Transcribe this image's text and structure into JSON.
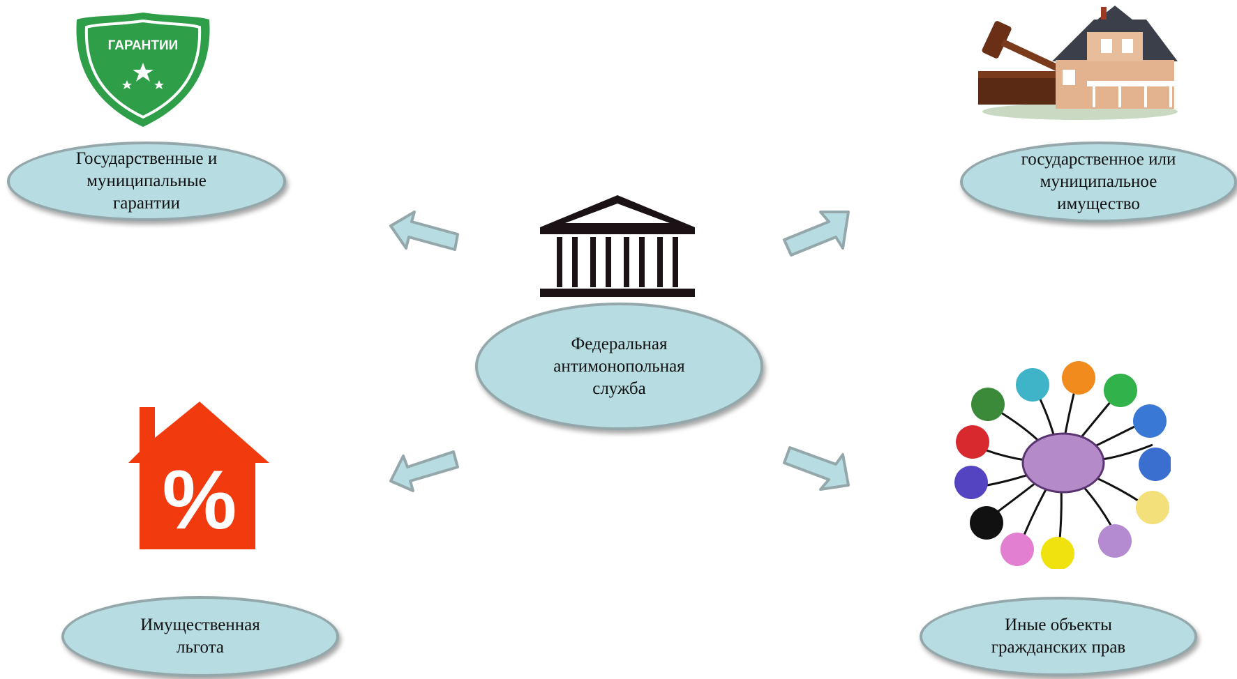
{
  "center": {
    "label": "Федеральная\nантимонопольная\nслужба"
  },
  "nodes": {
    "top_left": "Государственные и\nмуниципальные\nгарантии",
    "top_right": "государственное или\nмуниципальное\nимущество",
    "bottom_left": "Имущественная\nльгота",
    "bottom_right": "Иные объекты\nгражданских прав"
  },
  "badges": {
    "guarantees": "ГАРАНТИИ",
    "percent": "%"
  },
  "icons": {
    "center": "government-building-icon",
    "top_left": "guarantee-shield-icon",
    "top_right": "gavel-house-icon",
    "bottom_left": "percent-house-icon",
    "bottom_right": "brain-senses-icon"
  },
  "colors": {
    "ellipse_fill": "#b7dde2",
    "ellipse_border": "#94a8ac",
    "arrow_fill": "#b7dde2",
    "arrow_stroke": "#94a8ac",
    "shield_green": "#2e9e49",
    "house_red": "#f23a0f"
  }
}
